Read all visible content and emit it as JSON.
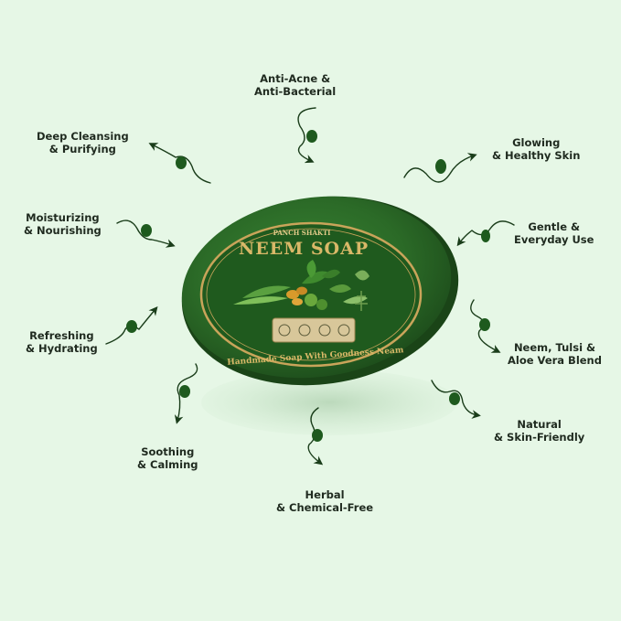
{
  "product": {
    "brand": "PANCH SHAKTI",
    "name": "NEEM SOAP",
    "tagline": "Handmade Soap With Goodness Neam"
  },
  "benefits": [
    {
      "line1": "Anti-Acne &",
      "line2": "Anti-Bacterial"
    },
    {
      "line1": "Glowing",
      "line2": "& Healthy Skin"
    },
    {
      "line1": "Gentle &",
      "line2": "Everyday Use"
    },
    {
      "line1": "Neem, Tulsi &",
      "line2": "Aloe Vera Blend"
    },
    {
      "line1": "Natural",
      "line2": "& Skin-Friendly"
    },
    {
      "line1": "Herbal",
      "line2": "& Chemical-Free"
    },
    {
      "line1": "Soothing",
      "line2": "& Calming"
    },
    {
      "line1": "Refreshing",
      "line2": "& Hydrating"
    },
    {
      "line1": "Moisturizing",
      "line2": "& Nourishing"
    },
    {
      "line1": "Deep Cleansing",
      "line2": "& Purifying"
    }
  ],
  "colors": {
    "background": "#e6f7e6",
    "soap": "#2e6e2a",
    "soap_dark": "#1f4f1c",
    "gold": "#c9a45a",
    "leaf": "#1e5a1e",
    "text": "#1f2a1f"
  }
}
